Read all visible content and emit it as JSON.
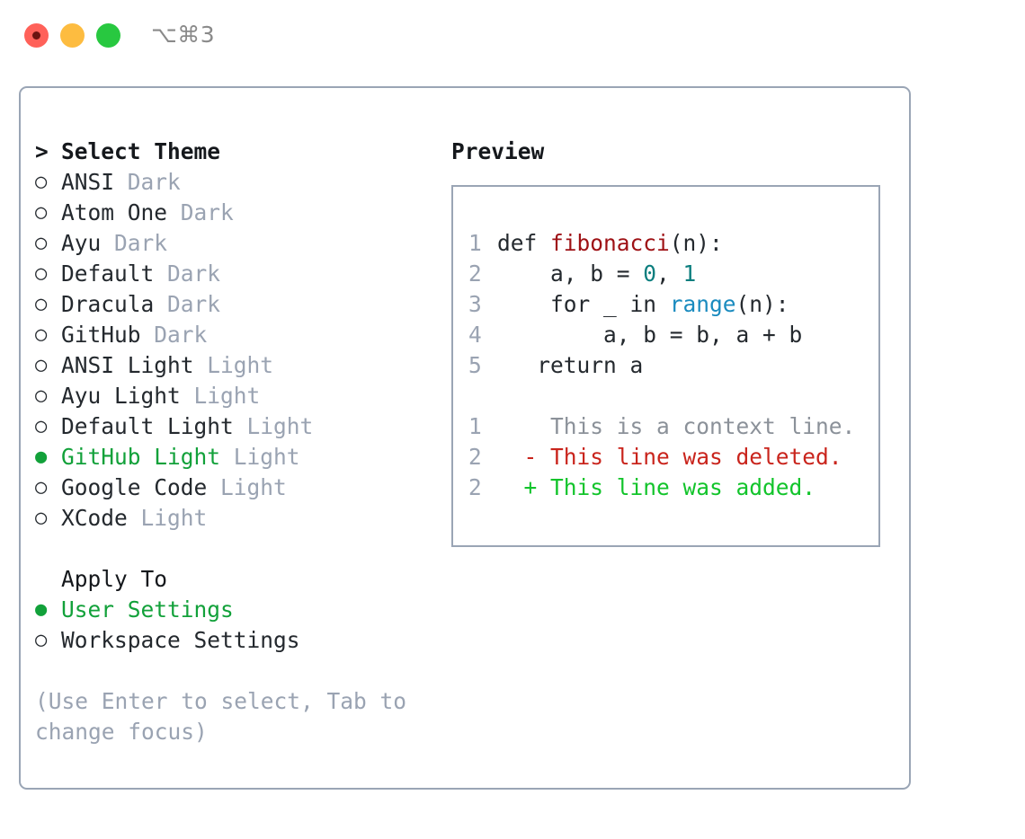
{
  "window": {
    "shortcut": "⌥⌘3",
    "traffic_lights": [
      {
        "name": "close",
        "color": "#ff6159"
      },
      {
        "name": "minimize",
        "color": "#fdbc40"
      },
      {
        "name": "maximize",
        "color": "#28c840"
      }
    ]
  },
  "colors": {
    "accent_green": "#12a13a",
    "border": "#9aa5b5",
    "muted": "#9aa3b2",
    "text": "#24292e",
    "diff_add": "#12c42b",
    "diff_del": "#c9241c",
    "syntax_function": "#9e1115",
    "syntax_number": "#0b7e7e",
    "syntax_call": "#1a8bbf"
  },
  "theme_picker": {
    "heading": "Select Theme",
    "heading_marker": ">",
    "marker_selected": "●",
    "marker_unselected": "○",
    "items": [
      {
        "name": "ANSI",
        "variant": "Dark",
        "selected": false
      },
      {
        "name": "Atom One",
        "variant": "Dark",
        "selected": false
      },
      {
        "name": "Ayu",
        "variant": "Dark",
        "selected": false
      },
      {
        "name": "Default",
        "variant": "Dark",
        "selected": false
      },
      {
        "name": "Dracula",
        "variant": "Dark",
        "selected": false
      },
      {
        "name": "GitHub",
        "variant": "Dark",
        "selected": false
      },
      {
        "name": "ANSI Light",
        "variant": "Light",
        "selected": false
      },
      {
        "name": "Ayu Light",
        "variant": "Light",
        "selected": false
      },
      {
        "name": "Default Light",
        "variant": "Light",
        "selected": false
      },
      {
        "name": "GitHub Light",
        "variant": "Light",
        "selected": true
      },
      {
        "name": "Google Code",
        "variant": "Light",
        "selected": false
      },
      {
        "name": "XCode",
        "variant": "Light",
        "selected": false
      }
    ]
  },
  "apply_to": {
    "heading": "Apply To",
    "items": [
      {
        "label": "User Settings",
        "selected": true
      },
      {
        "label": "Workspace Settings",
        "selected": false
      }
    ]
  },
  "hint": "(Use Enter to select, Tab to change focus)",
  "preview": {
    "heading": "Preview",
    "code_lines": [
      {
        "no": "1",
        "segments": [
          {
            "text": "def ",
            "style": "plain"
          },
          {
            "text": "fibonacci",
            "style": "function"
          },
          {
            "text": "(n):",
            "style": "plain"
          }
        ]
      },
      {
        "no": "2",
        "segments": [
          {
            "text": "    a, b = ",
            "style": "plain"
          },
          {
            "text": "0",
            "style": "number"
          },
          {
            "text": ", ",
            "style": "plain"
          },
          {
            "text": "1",
            "style": "number"
          }
        ]
      },
      {
        "no": "3",
        "segments": [
          {
            "text": "    for _ in ",
            "style": "plain"
          },
          {
            "text": "range",
            "style": "call"
          },
          {
            "text": "(n):",
            "style": "plain"
          }
        ]
      },
      {
        "no": "4",
        "segments": [
          {
            "text": "        a, b = b, a + b",
            "style": "plain"
          }
        ]
      },
      {
        "no": "5",
        "segments": [
          {
            "text": "   return a",
            "style": "plain"
          }
        ]
      }
    ],
    "diff_lines": [
      {
        "no": "1",
        "marker": " ",
        "text": "This is a context line.",
        "kind": "context"
      },
      {
        "no": "2",
        "marker": "-",
        "text": "This line was deleted.",
        "kind": "deleted"
      },
      {
        "no": "2",
        "marker": "+",
        "text": "This line was added.",
        "kind": "added"
      }
    ]
  }
}
